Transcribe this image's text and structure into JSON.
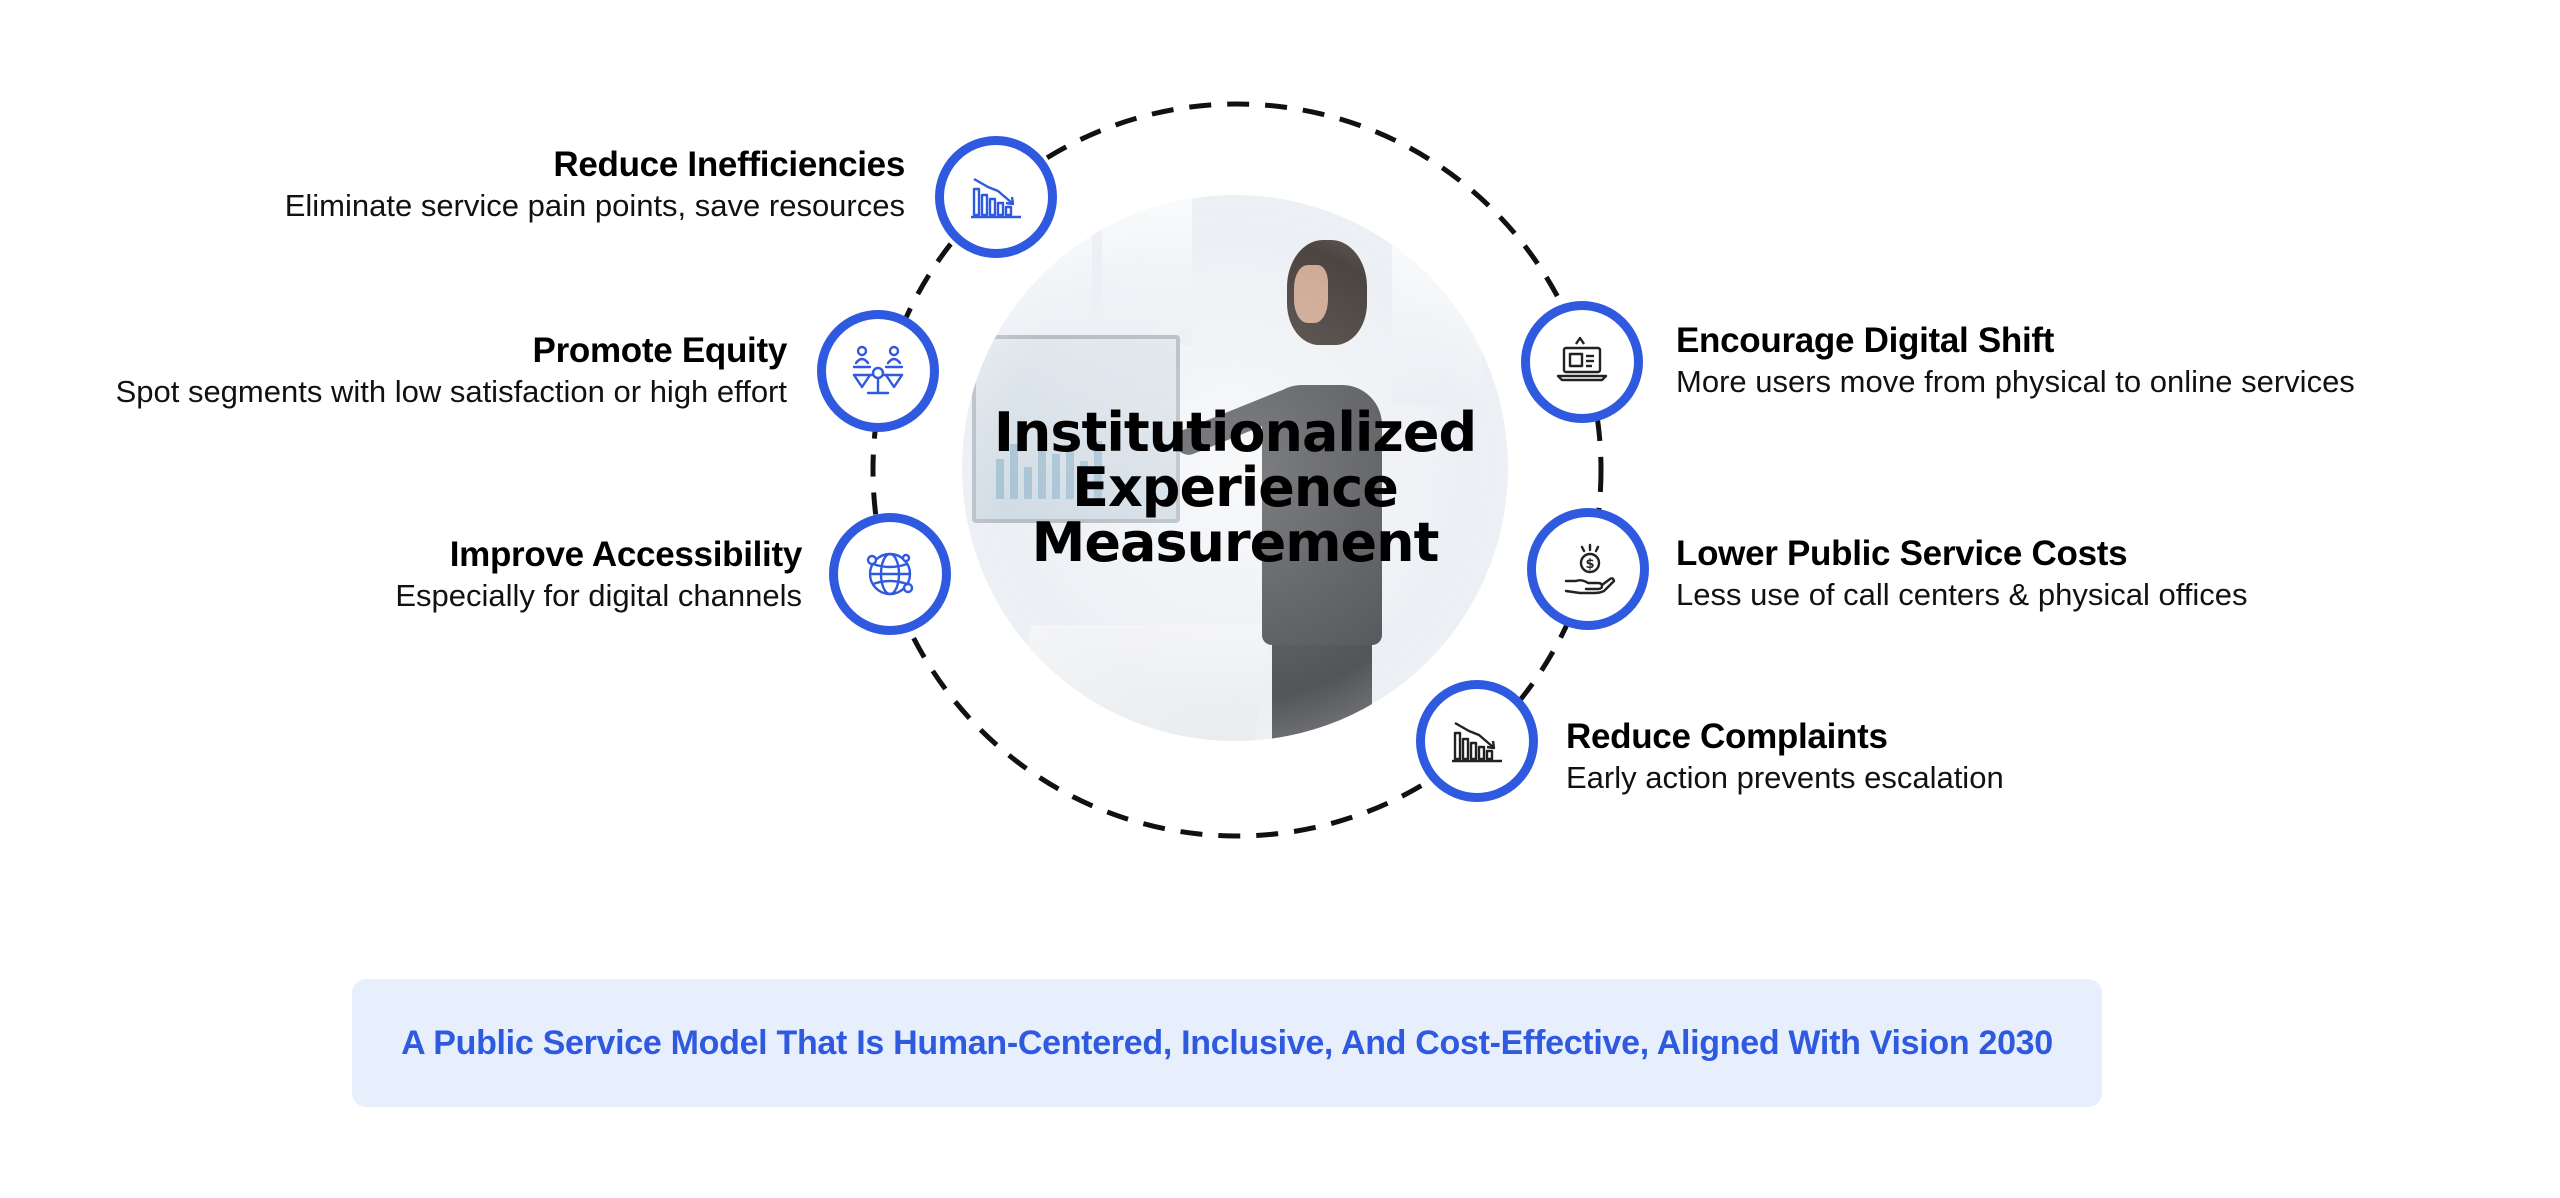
{
  "center": {
    "title_line1": "Institutionalized",
    "title_line2": "Experience",
    "title_line3": "Measurement"
  },
  "items": [
    {
      "title": "Reduce Inefficiencies",
      "description": "Eliminate service pain points, save resources",
      "icon": "declining-bar-chart-icon"
    },
    {
      "title": "Promote Equity",
      "description": "Spot segments with low satisfaction or high effort",
      "icon": "balance-scale-people-icon"
    },
    {
      "title": "Improve Accessibility",
      "description": "Especially for digital channels",
      "icon": "globe-network-icon"
    },
    {
      "title": "Encourage Digital Shift",
      "description": "More users move from physical to online services",
      "icon": "laptop-icon"
    },
    {
      "title": "Lower Public Service Costs",
      "description": "Less use of call centers & physical offices",
      "icon": "hand-coin-icon"
    },
    {
      "title": "Reduce Complaints",
      "description": "Early action prevents escalation",
      "icon": "declining-bar-chart-icon"
    }
  ],
  "banner": {
    "text": "A Public Service Model That Is Human-Centered, Inclusive, And Cost-Effective, Aligned With Vision 2030"
  },
  "colors": {
    "accent": "#2f5ae0",
    "banner_bg": "#e8effc",
    "icon_blue": "#2f5ae0",
    "icon_dark": "#222222",
    "ring": "#111111"
  }
}
